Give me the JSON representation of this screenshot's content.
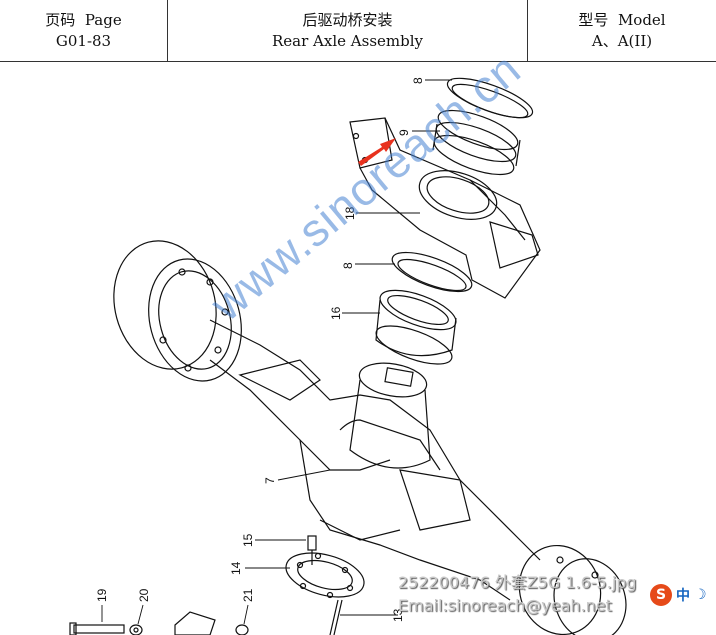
{
  "header": {
    "page_label_cn": "页码",
    "page_label_en": "Page",
    "page_number": "G01-83",
    "title_cn": "后驱动桥安装",
    "title_en": "Rear Axle Assembly",
    "model_label_cn": "型号",
    "model_label_en": "Model",
    "model_value": "A、A(II)"
  },
  "callouts": [
    "8",
    "9",
    "18",
    "8",
    "16",
    "7",
    "15",
    "14",
    "19",
    "20",
    "21",
    "13"
  ],
  "watermark": "www.sinoreach.cn",
  "overlay": {
    "filename": "252200476 外套Z5G 1.6-5.jpg",
    "email": "Email:sinoreach@yeah.net",
    "ime_logo": "S",
    "ime_mode": "中",
    "ime_moon": "☽"
  },
  "colors": {
    "arrow": "#e8321e",
    "watermark": "#4682d2"
  }
}
